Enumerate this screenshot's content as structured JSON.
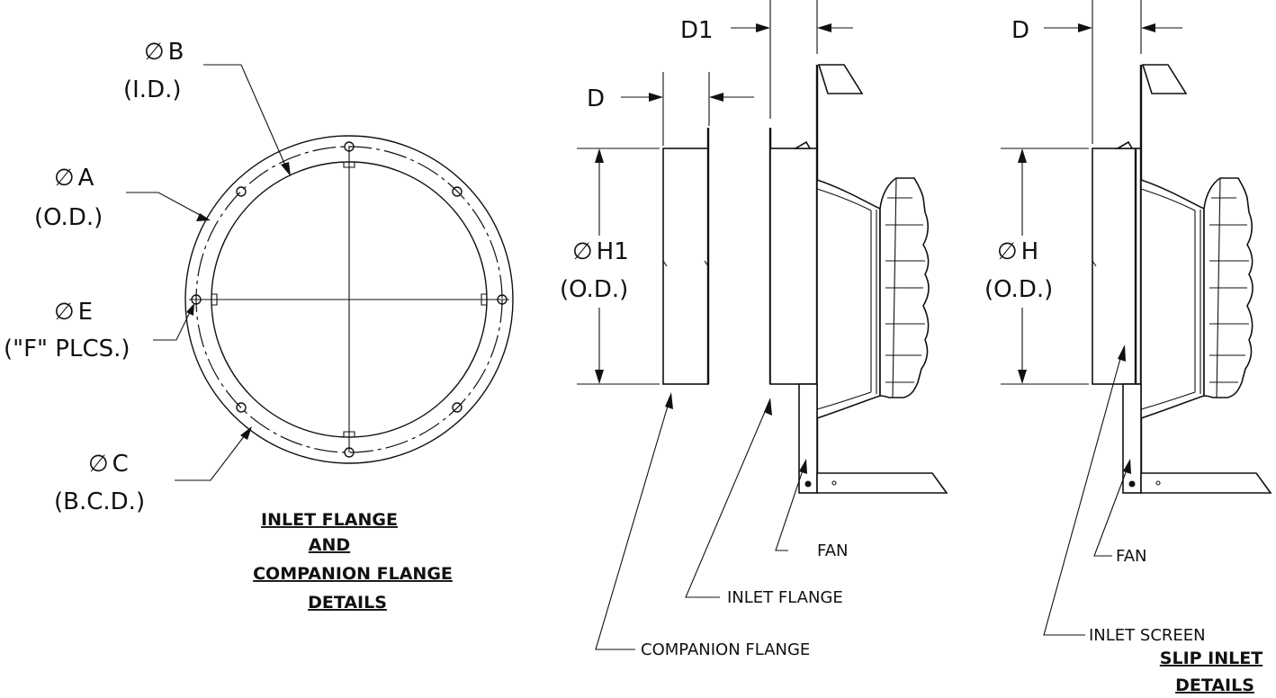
{
  "flange_view": {
    "dim_b": {
      "symbol": "∅",
      "letter": "B",
      "note": "(I.D.)"
    },
    "dim_a": {
      "symbol": "∅",
      "letter": "A",
      "note": "(O.D.)"
    },
    "dim_e": {
      "symbol": "∅",
      "letter": "E",
      "note": "(\"F\" PLCS.)"
    },
    "dim_c": {
      "symbol": "∅",
      "letter": "C",
      "note": "(B.C.D.)"
    },
    "title_lines": [
      "INLET FLANGE",
      "AND",
      "COMPANION FLANGE",
      "DETAILS"
    ]
  },
  "companion_view": {
    "dim_d1": "D1",
    "dim_d": "D",
    "dim_h1": {
      "symbol": "∅",
      "letter": "H1",
      "note": "(O.D.)"
    },
    "callouts": {
      "fan": "FAN",
      "inlet_flange": "INLET FLANGE",
      "companion_flange": "COMPANION FLANGE"
    }
  },
  "slip_view": {
    "dim_d": "D",
    "dim_h": {
      "symbol": "∅",
      "letter": "H",
      "note": "(O.D.)"
    },
    "callouts": {
      "fan": "FAN",
      "inlet_screen": "INLET SCREEN"
    },
    "title_lines": [
      "SLIP INLET",
      "DETAILS"
    ]
  }
}
